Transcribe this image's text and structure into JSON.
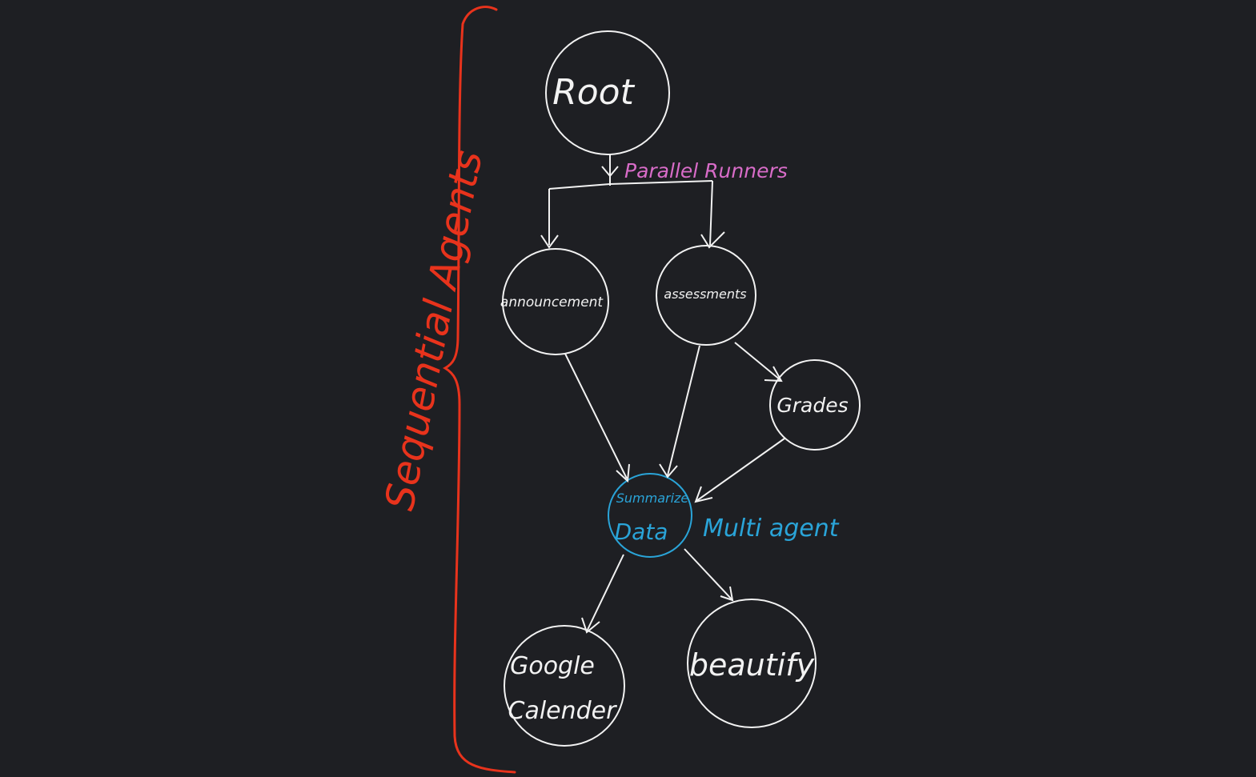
{
  "colors": {
    "background": "#1e1f23",
    "stroke": "#f2f2f2",
    "bracket": "#e8331c",
    "parallel": "#d86cc8",
    "multi": "#2aa4d8"
  },
  "nodes": {
    "root": "Root",
    "announcement": "announcement",
    "assessments": "assessments",
    "grades": "Grades",
    "summarize_top": "Summarize",
    "summarize_bottom": "Data",
    "google_top": "Google",
    "google_bottom": "Calender",
    "beautify": "beautify"
  },
  "annotations": {
    "parallel": "Parallel Runners",
    "multi": "Multi agent",
    "sequential": "Sequential Agents"
  }
}
